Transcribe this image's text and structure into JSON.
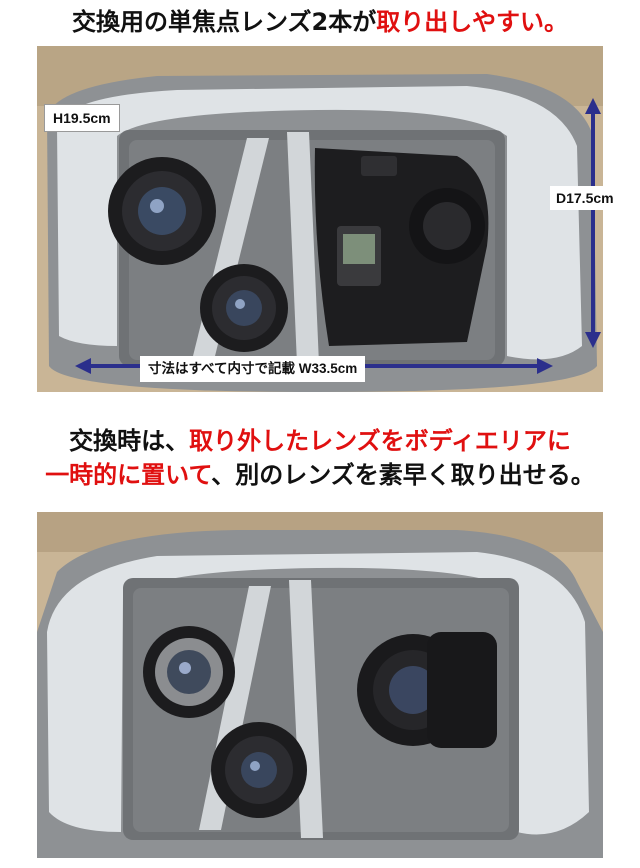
{
  "headline_top": {
    "plain": "交換用の単焦点レンズ2本が",
    "highlight": "取り出しやすい。"
  },
  "headline_mid": {
    "line1_highlight": "取り外したレンズをボディエリアに",
    "line1_plain_before": "交換時は、",
    "line2_highlight": "一時的に置いて",
    "line2_plain": "、別のレンズを素早く取り出せる。"
  },
  "dimensions": {
    "height": "H19.5cm",
    "depth": "D17.5cm",
    "width_note": "寸法はすべて内寸で記載 W33.5cm"
  },
  "colors": {
    "highlight_red": "#e01010",
    "arrow_navy": "#2b2f8c",
    "bag_gray": "#8c8f92",
    "bag_lining": "#d8dcdf"
  },
  "icons": [
    "dimension-arrow-vertical",
    "dimension-arrow-horizontal"
  ]
}
